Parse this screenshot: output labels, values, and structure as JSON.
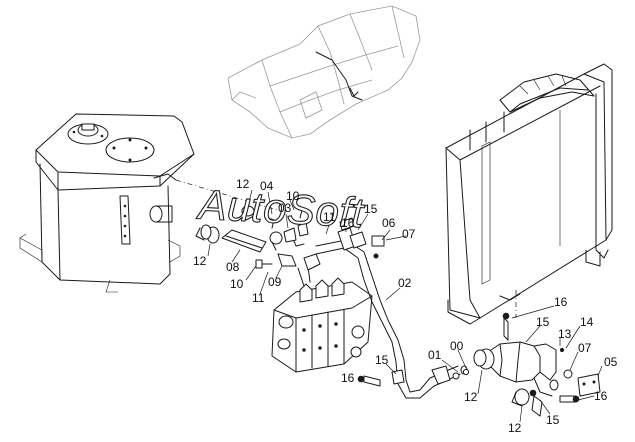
{
  "watermark": "AutoSoft",
  "part_labels": [
    {
      "id": "lbl-12-top",
      "text": "12"
    },
    {
      "id": "lbl-04",
      "text": "04"
    },
    {
      "id": "lbl-10-top",
      "text": "10"
    },
    {
      "id": "lbl-03",
      "text": "03"
    },
    {
      "id": "lbl-11-top",
      "text": "11"
    },
    {
      "id": "lbl-16-top",
      "text": "16"
    },
    {
      "id": "lbl-15-top",
      "text": "15"
    },
    {
      "id": "lbl-06",
      "text": "06"
    },
    {
      "id": "lbl-07-top",
      "text": "07"
    },
    {
      "id": "lbl-12-left",
      "text": "12"
    },
    {
      "id": "lbl-08",
      "text": "08"
    },
    {
      "id": "lbl-09",
      "text": "09"
    },
    {
      "id": "lbl-10-bottom",
      "text": "10"
    },
    {
      "id": "lbl-11-bottom",
      "text": "11"
    },
    {
      "id": "lbl-02",
      "text": "02"
    },
    {
      "id": "lbl-16-right",
      "text": "16"
    },
    {
      "id": "lbl-15-right",
      "text": "15"
    },
    {
      "id": "lbl-13",
      "text": "13"
    },
    {
      "id": "lbl-14",
      "text": "14"
    },
    {
      "id": "lbl-07-right",
      "text": "07"
    },
    {
      "id": "lbl-05",
      "text": "05"
    },
    {
      "id": "lbl-01",
      "text": "01"
    },
    {
      "id": "lbl-00",
      "text": "00"
    },
    {
      "id": "lbl-15-mid",
      "text": "15"
    },
    {
      "id": "lbl-16-left",
      "text": "16"
    },
    {
      "id": "lbl-12-bottom-a",
      "text": "12"
    },
    {
      "id": "lbl-15-bottom",
      "text": "15"
    },
    {
      "id": "lbl-16-bottom",
      "text": "16"
    },
    {
      "id": "lbl-12-bottom-b",
      "text": "12"
    }
  ]
}
